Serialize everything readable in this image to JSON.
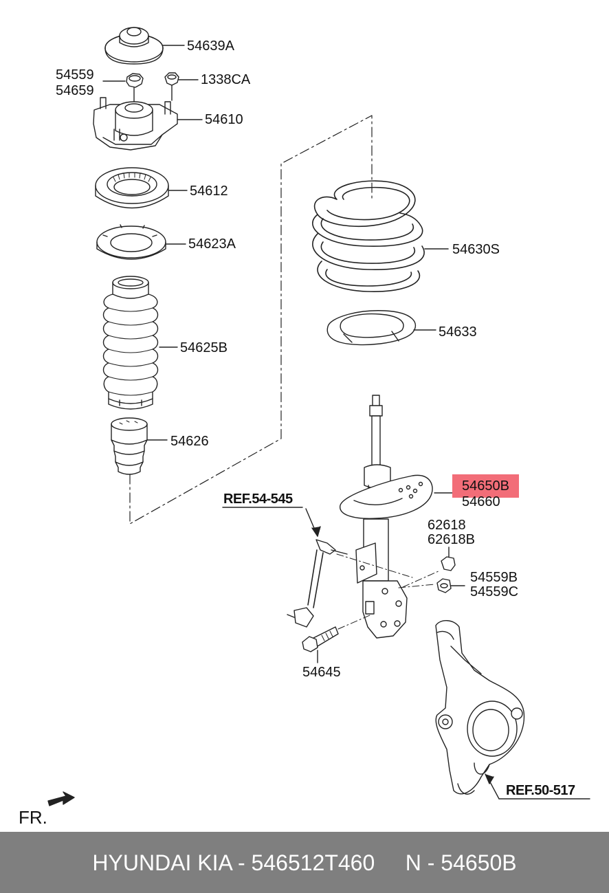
{
  "labels": {
    "p54639A": "54639A",
    "p54559": "54559",
    "p54659": "54659",
    "p1338CA": "1338CA",
    "p54610": "54610",
    "p54612": "54612",
    "p54623A": "54623A",
    "p54625B": "54625B",
    "p54626": "54626",
    "p54630S": "54630S",
    "p54633": "54633",
    "p54650B": "54650B",
    "p54660": "54660",
    "p62618": "62618",
    "p62618B": "62618B",
    "p54559B": "54559B",
    "p54559C": "54559C",
    "p54645": "54645",
    "ref54545": "REF.54-545",
    "ref50517": "REF.50-517",
    "fr": "FR."
  },
  "footer": {
    "text": "HYUNDAI KIA - 546512T460     N - 54650B"
  },
  "colors": {
    "highlight": "#f26d78",
    "footer_bg": "#7f7f7f",
    "line": "#222222"
  }
}
